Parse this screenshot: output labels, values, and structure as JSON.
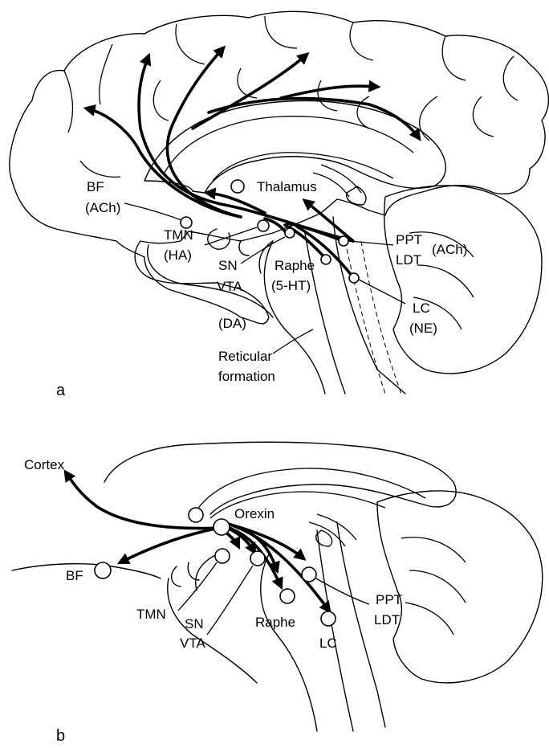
{
  "panel_a": {
    "label": "a",
    "labels": {
      "bf": "BF",
      "bf_nt": "(ACh)",
      "thalamus": "Thalamus",
      "tmn": "TMN",
      "tmn_nt": "(HA)",
      "sn": "SN",
      "vta": "VTA",
      "da": "(DA)",
      "raphe": "Raphe",
      "raphe_nt": "(5-HT)",
      "ppt": "PPT",
      "ppt_nt": "(ACh)",
      "ldt": "LDT",
      "lc": "LC",
      "lc_nt": "(NE)",
      "reticular_1": "Reticular",
      "reticular_2": "formation"
    }
  },
  "panel_b": {
    "label": "b",
    "labels": {
      "cortex": "Cortex",
      "orexin": "Orexin",
      "bf": "BF",
      "tmn": "TMN",
      "sn": "SN",
      "vta": "VTA",
      "raphe": "Raphe",
      "lc": "LC",
      "ppt": "PPT",
      "ldt": "LDT"
    }
  },
  "colors": {
    "line": "#000000",
    "background": "#ffffff"
  }
}
